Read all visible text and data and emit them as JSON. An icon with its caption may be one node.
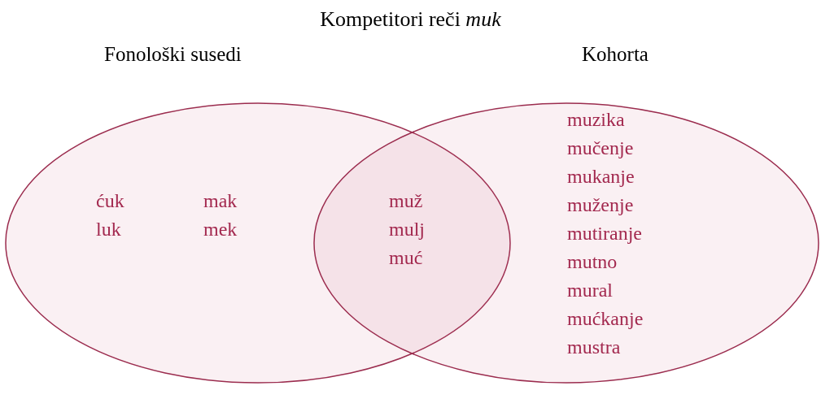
{
  "diagram": {
    "title": "Kompetitori reči *muk*",
    "nodes": [
      {
        "text": [
          "Fonološki susedi"
        ]
      },
      {
        "text": [
          "Kohorta"
        ]
      }
    ],
    "labels": [
      "ćuk",
      "luk",
      "mak",
      "mek",
      "muž",
      "mulj",
      "muć",
      "muzika",
      "mučenje",
      "mukanje",
      "muženje",
      "mutiranje",
      "mutno",
      "mural",
      "mućkanje",
      "mustra"
    ]
  }
}
